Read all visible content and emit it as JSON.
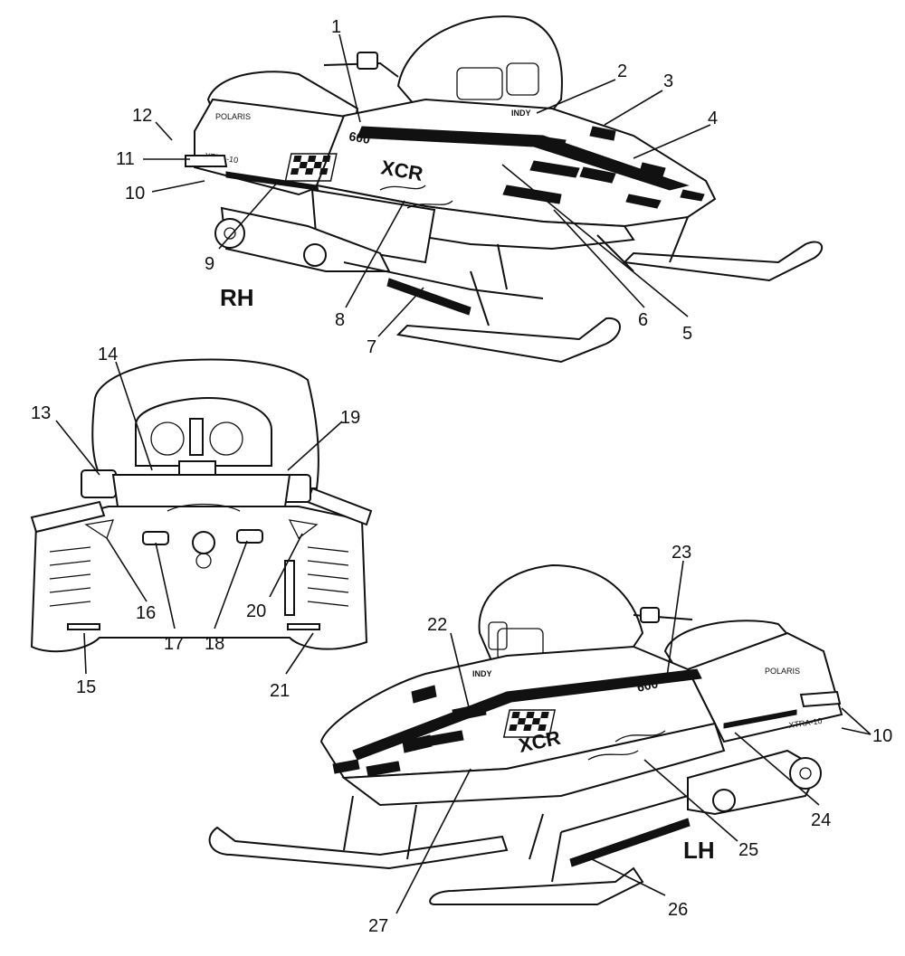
{
  "views": {
    "rh": {
      "label": "RH"
    },
    "lh": {
      "label": "LH"
    }
  },
  "decal_text": {
    "model_rh": "XCR",
    "model_lh": "XCR",
    "displacement_rh": "600",
    "displacement_lh": "600",
    "brand_rh": "POLARIS",
    "brand_lh": "POLARIS",
    "indy_rh": "INDY",
    "indy_lh": "INDY",
    "xtra_rh": "XTRA-10",
    "xtra_lh": "XTRA-10"
  },
  "callouts": [
    {
      "n": "1"
    },
    {
      "n": "2"
    },
    {
      "n": "3"
    },
    {
      "n": "4"
    },
    {
      "n": "5"
    },
    {
      "n": "6"
    },
    {
      "n": "7"
    },
    {
      "n": "8"
    },
    {
      "n": "9"
    },
    {
      "n": "10"
    },
    {
      "n": "11"
    },
    {
      "n": "12"
    },
    {
      "n": "13"
    },
    {
      "n": "14"
    },
    {
      "n": "15"
    },
    {
      "n": "16"
    },
    {
      "n": "17"
    },
    {
      "n": "18"
    },
    {
      "n": "19"
    },
    {
      "n": "20"
    },
    {
      "n": "21"
    },
    {
      "n": "22"
    },
    {
      "n": "23"
    },
    {
      "n": "24"
    },
    {
      "n": "25"
    },
    {
      "n": "26"
    },
    {
      "n": "27"
    },
    {
      "n": "10"
    }
  ]
}
